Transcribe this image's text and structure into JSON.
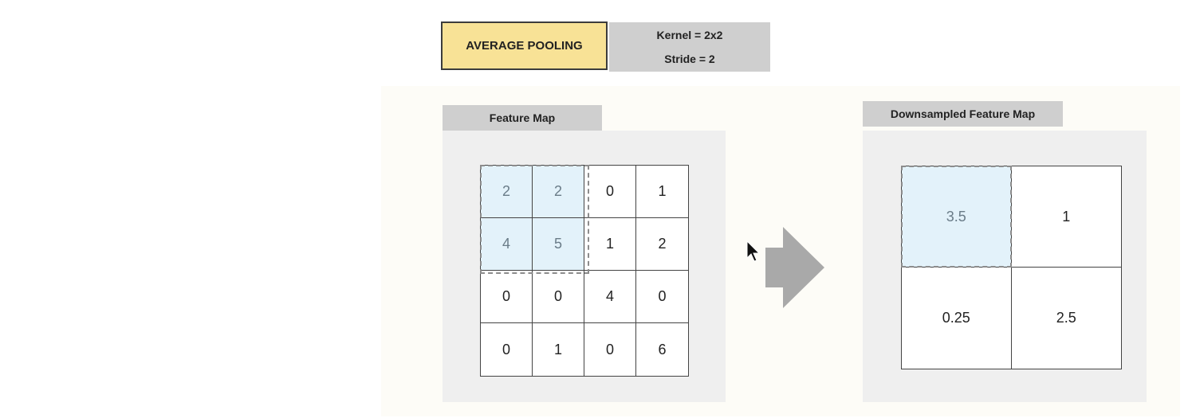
{
  "header": {
    "title": "AVERAGE POOLING",
    "kernel": "Kernel = 2x2",
    "stride": "Stride = 2"
  },
  "feature_map": {
    "label": "Feature Map",
    "cells": [
      "2",
      "2",
      "0",
      "1",
      "4",
      "5",
      "1",
      "2",
      "0",
      "0",
      "4",
      "0",
      "0",
      "1",
      "0",
      "6"
    ],
    "highlighted": [
      0,
      1,
      4,
      5
    ]
  },
  "downsampled": {
    "label": "Downsampled Feature Map",
    "cells": [
      "3.5",
      "1",
      "0.25",
      "2.5"
    ],
    "highlighted": [
      0
    ]
  },
  "icons": {
    "arrow": "right-arrow-icon",
    "cursor": "mouse-cursor-icon"
  },
  "colors": {
    "title_fill": "#f8e296",
    "highlight_fill": "#e3f2fa",
    "panel_fill": "#efefef",
    "tab_fill": "#cfcfcf",
    "arrow_fill": "#a9a9a9"
  }
}
